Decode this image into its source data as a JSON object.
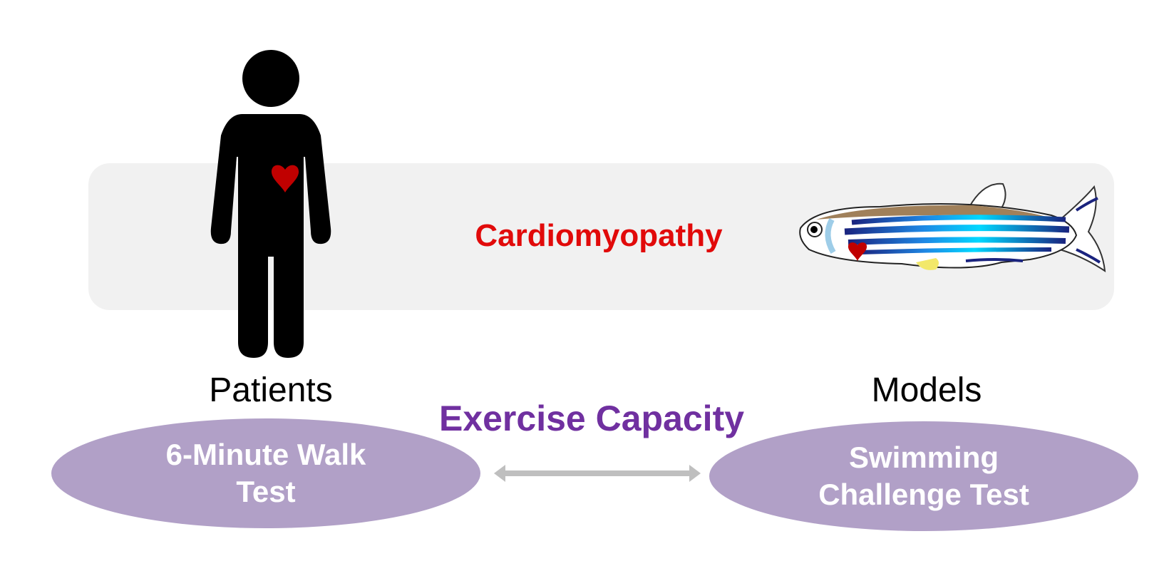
{
  "cardiomyopathy_label": "Cardiomyopathy",
  "patients_label": "Patients",
  "models_label": "Models",
  "exercise_label": "Exercise Capacity",
  "left_test": {
    "line1": "6-Minute Walk",
    "line2": "Test"
  },
  "right_test": {
    "line1": "Swimming",
    "line2": "Challenge Test"
  },
  "colors": {
    "band": "#f1f1f1",
    "cardiomyopathy": "#e10a0a",
    "exercise": "#7030a0",
    "oval": "#b1a0c7",
    "arrow": "#bfbfbf",
    "heart": "#c00000"
  },
  "icons": {
    "human": "person-silhouette-icon",
    "fish": "zebrafish-icon",
    "heart": "heart-icon",
    "arrow": "double-arrow-icon"
  }
}
